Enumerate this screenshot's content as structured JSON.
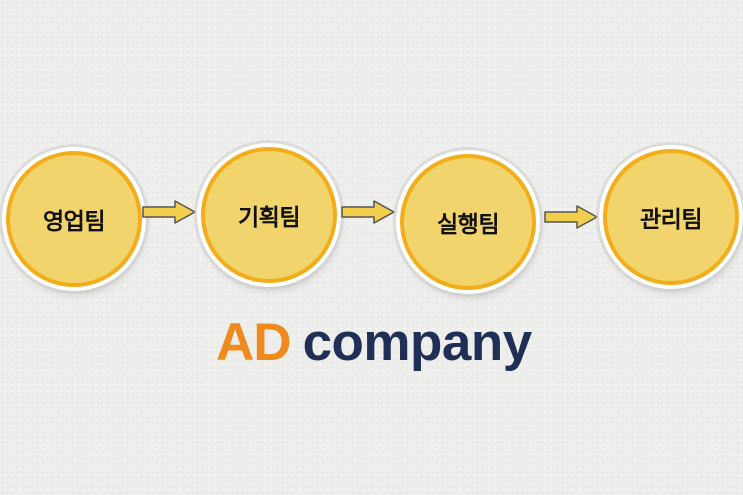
{
  "diagram": {
    "nodes": [
      {
        "label": "영업팀"
      },
      {
        "label": "기획팀"
      },
      {
        "label": "실행팀"
      },
      {
        "label": "관리팀"
      }
    ],
    "connector": "arrow"
  },
  "logo": {
    "accent": "AD",
    "name": "company"
  },
  "colors": {
    "background": "#eeeeec",
    "node_fill": "#f2d46c",
    "node_border": "#f3ad1a",
    "arrow_fill": "#f1cf4d",
    "arrow_stroke": "#555555",
    "logo_accent": "#f08a1c",
    "logo_name": "#1f2f56"
  }
}
